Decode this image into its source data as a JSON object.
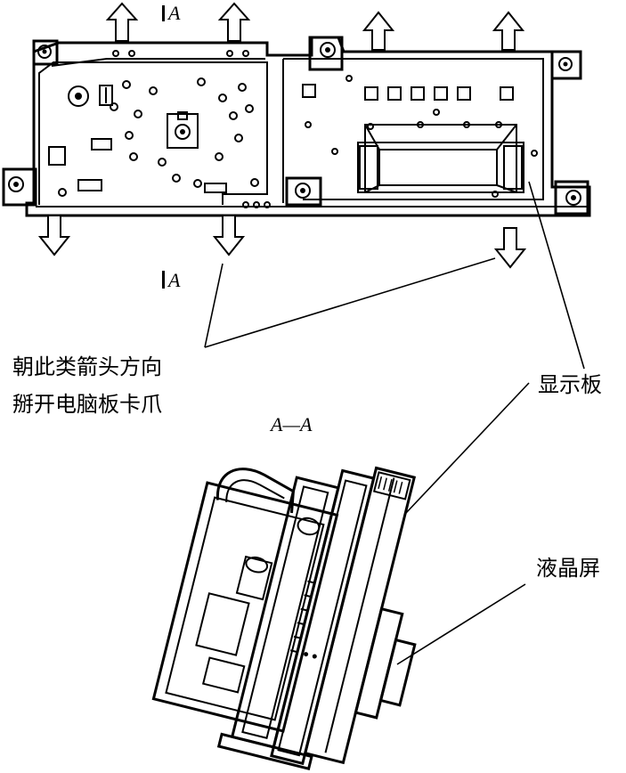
{
  "section_marks": {
    "top": "A",
    "bottom": "A",
    "section_title": "A—A"
  },
  "callouts": {
    "pry_line1": "朝此类箭头方向",
    "pry_line2": "掰开电脑板卡爪",
    "display_board": "显示板",
    "lcd_screen": "液晶屏"
  }
}
